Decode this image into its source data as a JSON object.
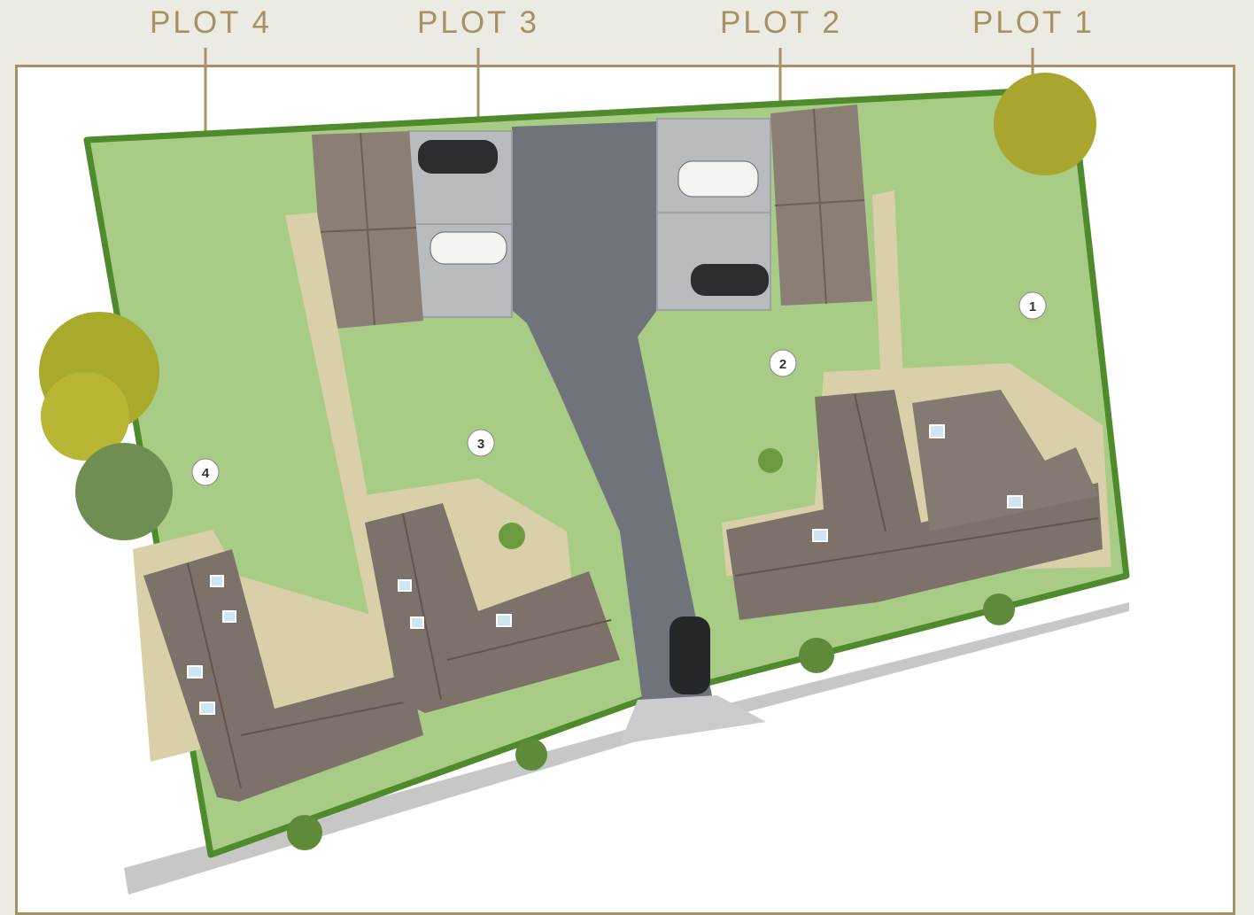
{
  "plots": [
    {
      "id": "plot-4",
      "label": "PLOT 4",
      "number": "4"
    },
    {
      "id": "plot-3",
      "label": "PLOT 3",
      "number": "3"
    },
    {
      "id": "plot-2",
      "label": "PLOT 2",
      "number": "2"
    },
    {
      "id": "plot-1",
      "label": "PLOT 1",
      "number": "1"
    }
  ],
  "colors": {
    "background": "#ecebe3",
    "frame": "#a69269",
    "label": "#a59165",
    "lawn": "#a8cb85",
    "hedge": "#4f8a2c",
    "road": "#6f747a",
    "path": "#d9cfa8",
    "roof": "#7d726a",
    "parking": "#b9bcbf"
  }
}
